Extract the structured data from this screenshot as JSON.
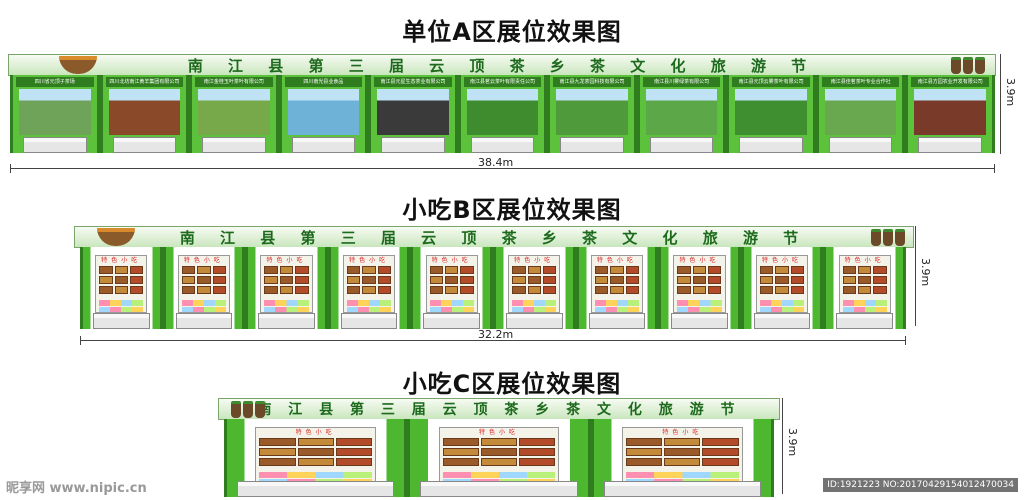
{
  "sections": {
    "a": {
      "title": "单位A区展位效果图",
      "banner": "南 江 县 第 三 届 云 顶 茶 乡 茶 文 化 旅 游 节",
      "width_label": "38.4m",
      "height_label": "3.9m",
      "booths": [
        "四川省元顶子茶场",
        "四川北坊南江黄羊集团有限公司",
        "南江金桂玉叶茶叶有限公司",
        "四川南光县业食品",
        "南江县元星生态茶业有限公司",
        "南江县茗云茶叶有限责任公司",
        "南江县九龙茶园科技有限公司",
        "南江县川雾绿茶有限公司",
        "南江县元顶云雾茶叶有限公司",
        "南江县佳茗茶叶专业合作社",
        "南江县方园农业开发有限公司"
      ],
      "photo_colors": [
        "#6fa35a",
        "#8a4a2a",
        "#77a84a",
        "#6fb2d8",
        "#3a3a3a",
        "#3e8c2e",
        "#4f9a3a",
        "#5ca849",
        "#3f8f30",
        "#6aa84f",
        "#7a3a2a"
      ]
    },
    "b": {
      "title": "小吃B区展位效果图",
      "banner": "南 江 县 第 三 届 云 顶 茶 乡 茶 文 化 旅 游 节",
      "width_label": "32.2m",
      "height_label": "3.9m",
      "sign": "特色小吃",
      "booth_count": 10
    },
    "c": {
      "title": "小吃C区展位效果图",
      "banner": "南 江 县 第 三 届 云 顶 茶 乡 茶 文 化 旅 游 节",
      "height_label": "3.9m",
      "sign": "特色小吃",
      "booth_count": 3
    }
  },
  "watermark": {
    "logo": "昵享网 www.nipic.cn",
    "id": "ID:1921223 NO:20170429154012470034"
  },
  "colors": {
    "banner_text": "#1d6a1d",
    "booth_green": "#5cc23c",
    "post_green": "#2f7d1f"
  }
}
